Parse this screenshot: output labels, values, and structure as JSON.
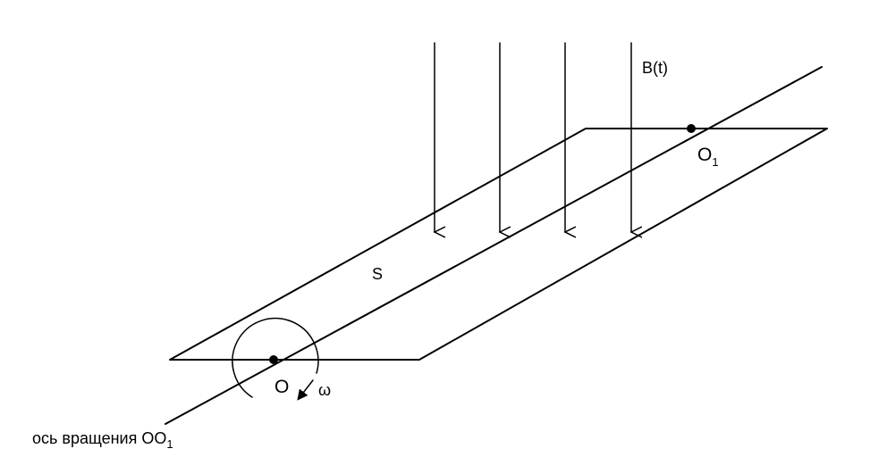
{
  "labels": {
    "field": "B(t)",
    "area": "S",
    "point_o": "O",
    "point_o1_main": "O",
    "point_o1_sub": "1",
    "omega": "ω",
    "axis_caption_main": "ось вращения OO",
    "axis_caption_sub": "1"
  },
  "colors": {
    "ink": "#000000",
    "background": "#ffffff"
  }
}
